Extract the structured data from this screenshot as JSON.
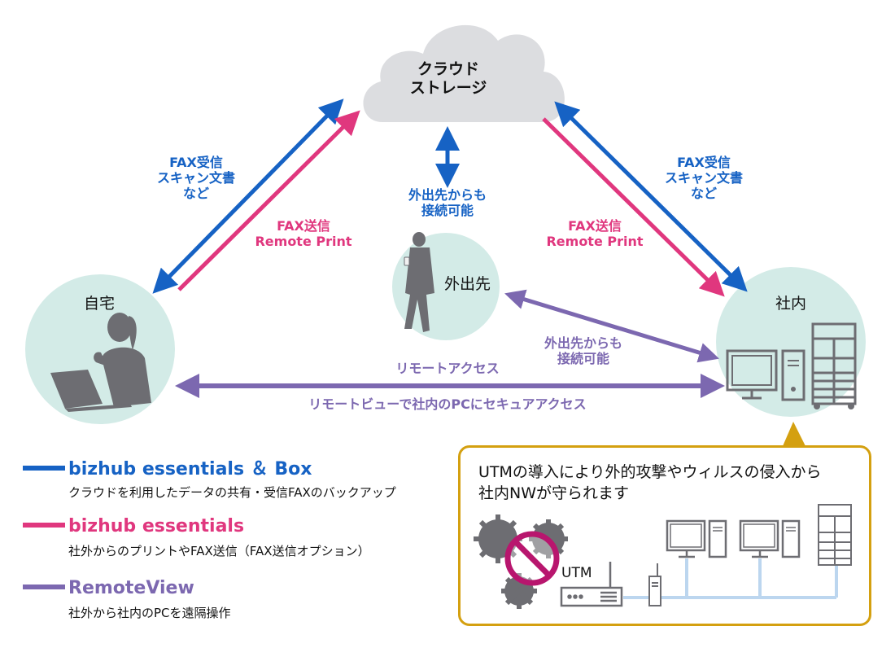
{
  "cloud": {
    "line1": "クラウド",
    "line2": "ストレージ"
  },
  "nodes": {
    "home": "自宅",
    "outside": "外出先",
    "office": "社内"
  },
  "left_labels": {
    "blue": [
      "FAX受信",
      "スキャン文書",
      "など"
    ],
    "pink": [
      "FAX送信",
      "Remote Print"
    ]
  },
  "right_labels": {
    "blue": [
      "FAX受信",
      "スキャン文書",
      "など"
    ],
    "pink": [
      "FAX送信",
      "Remote Print"
    ]
  },
  "center_label": [
    "外出先からも",
    "接続可能"
  ],
  "outside_office_label": [
    "外出先からも",
    "接続可能"
  ],
  "remote_access_top": "リモートアクセス",
  "remote_access_bottom": "リモートビューで社内のPCにセキュアアクセス",
  "legend": [
    {
      "title": "bizhub essentials ＆ Box",
      "desc": "クラウドを利用したデータの共有・受信FAXのバックアップ",
      "color": "#1662c4"
    },
    {
      "title": "bizhub essentials",
      "desc": "社外からのプリントやFAX送信（FAX送信オプション）",
      "color": "#e0377e"
    },
    {
      "title": "RemoteView",
      "desc": "社外から社内のPCを遠隔操作",
      "color": "#7c68b0"
    }
  ],
  "utm_box": {
    "line1": "UTMの導入により外的攻撃やウィルスの侵入から",
    "line2": "社内NWが守られます",
    "utm_label": "UTM"
  },
  "colors": {
    "blue": "#1662c4",
    "pink": "#e0377e",
    "purple": "#7c68b0",
    "gold": "#d4a010",
    "node_bg": "#d3ebe7",
    "cloud_bg": "#dcdde0",
    "icon_gray": "#6d6d72",
    "network_line": "#bcd6ef",
    "ban_magenta": "#b8166e"
  }
}
